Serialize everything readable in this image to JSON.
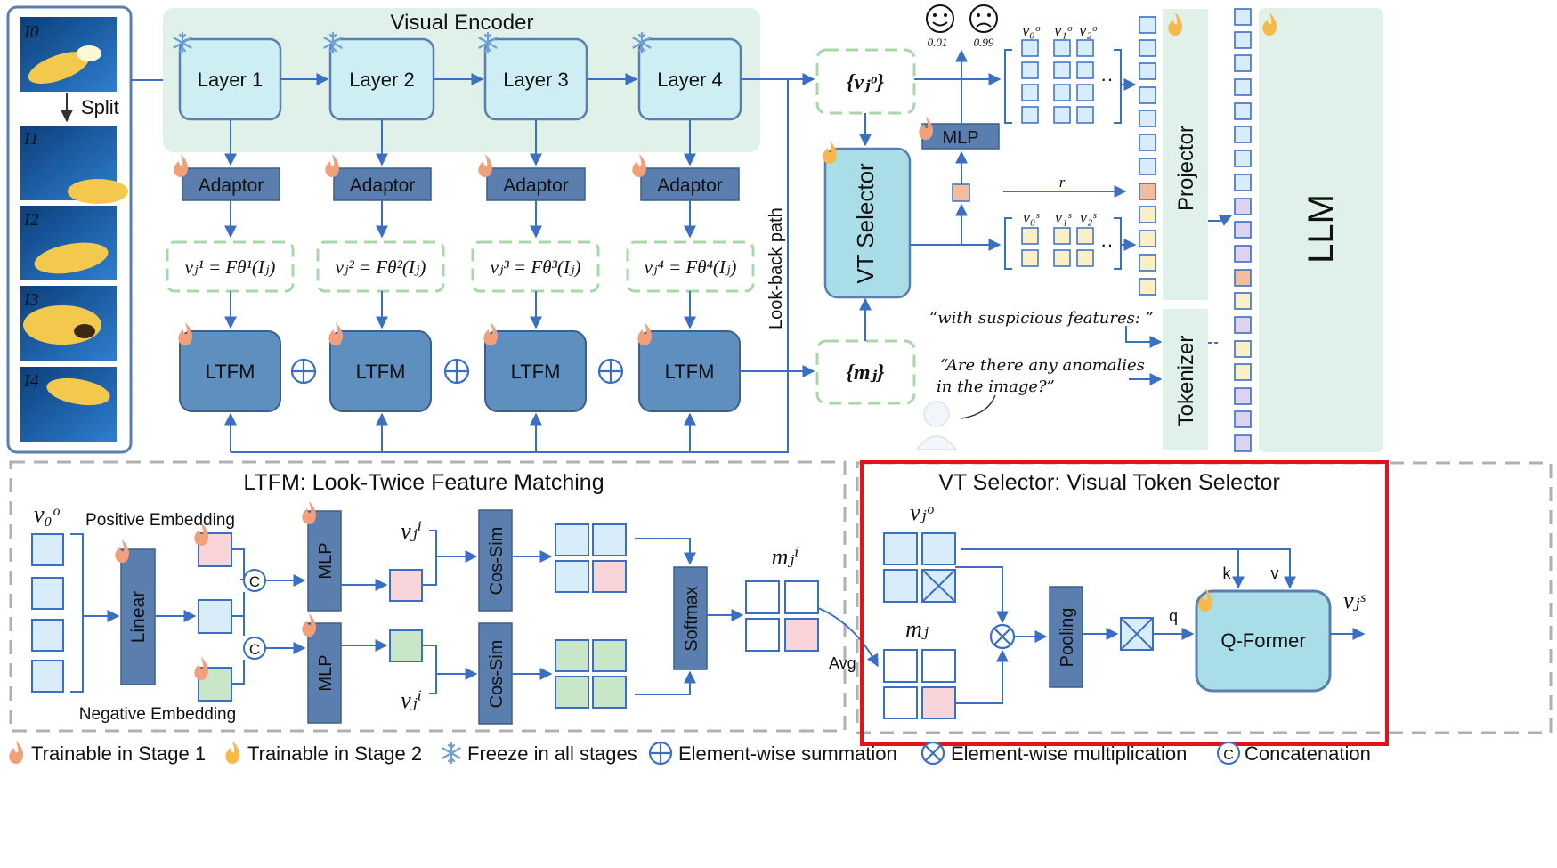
{
  "input_images": {
    "labels": [
      "I0",
      "I1",
      "I2",
      "I3",
      "I4"
    ],
    "split_label": "Split"
  },
  "encoder": {
    "title": "Visual Encoder",
    "layers": [
      "Layer 1",
      "Layer 2",
      "Layer 3",
      "Layer 4"
    ],
    "adaptor_label": "Adaptor",
    "features": [
      "vⱼ¹ = Fθ¹(Iⱼ)",
      "vⱼ² = Fθ²(Iⱼ)",
      "vⱼ³ = Fθ³(Iⱼ)",
      "vⱼ⁴ = Fθ⁴(Iⱼ)"
    ],
    "ltfm_label": "LTFM",
    "lookback_label": "Look-back path"
  },
  "selector": {
    "vo_set": "{vⱼᵒ}",
    "m_set": "{mⱼ}",
    "box_label": "VT Selector",
    "mlp_label": "MLP",
    "scores": [
      "0.01",
      "0.99"
    ],
    "vo_tokens": [
      "v₀ᵒ",
      "v₁ᵒ",
      "v₂ᵒ"
    ],
    "vs_tokens": [
      "v₀ˢ",
      "v₁ˢ",
      "v₂ˢ"
    ],
    "r_label": "r",
    "projector_label": "Projector",
    "tokenizer_label": "Tokenizer",
    "llm_label": "LLM",
    "prompt_1": "“with suspicious features: ”",
    "prompt_2_line1": "“Are there any anomalies",
    "prompt_2_line2": "in the image?”"
  },
  "ltfm_panel": {
    "title": "LTFM: Look-Twice Feature Matching",
    "v0o": "v₀ᵒ",
    "positive_label": "Positive Embedding",
    "negative_label": "Negative Embedding",
    "linear_label": "Linear",
    "mlp_label": "MLP",
    "concat_symbol": "C",
    "vji_label": "vⱼⁱ",
    "cossim_label": "Cos-Sim",
    "softmax_label": "Softmax",
    "mji_label": "mⱼⁱ",
    "avg_label": "Avg"
  },
  "vt_panel": {
    "title": "VT Selector: Visual Token Selector",
    "vjo_label": "vⱼᵒ",
    "mj_label": "mⱼ",
    "pooling_label": "Pooling",
    "k_label": "k",
    "v_label": "v",
    "q_label": "q",
    "qformer_label": "Q-Former",
    "vjs_label": "vⱼˢ"
  },
  "legend": [
    {
      "icon": "flame-stage1-icon",
      "label": "Trainable in Stage 1"
    },
    {
      "icon": "flame-stage2-icon",
      "label": "Trainable in Stage 2"
    },
    {
      "icon": "snowflake-icon",
      "label": "Freeze in all stages"
    },
    {
      "icon": "circle-plus-icon",
      "label": "Element-wise summation"
    },
    {
      "icon": "circle-times-icon",
      "label": "Element-wise multiplication"
    },
    {
      "icon": "circle-c-icon",
      "label": "Concatenation"
    }
  ],
  "colors": {
    "layer_fill": "#cdeef2",
    "encoder_bg": "#dff1e8",
    "dark_box": "#5a7fae",
    "ltfm_fill": "#5e8fbf",
    "vt_fill": "#a9dde8",
    "pink": "#f9d5d9",
    "green": "#c9e6c8",
    "yellow": "#faf0c4",
    "orange": "#f4bc9a",
    "purple": "#ddd2f0",
    "light_blue": "#d9ecfa",
    "highlight": "#e0141a",
    "arrow": "#3a6fc4",
    "flame1": "#f2a07a",
    "flame2": "#f7b94a",
    "snow": "#6f9fd6"
  }
}
